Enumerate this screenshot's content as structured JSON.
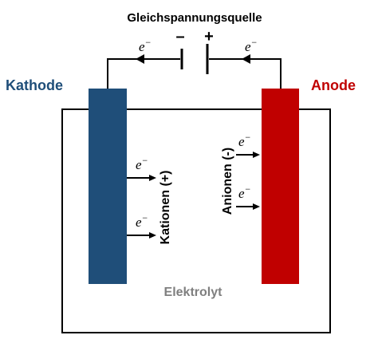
{
  "source": {
    "label": "Gleichspannungsquelle",
    "minus_sign": "–",
    "plus_sign": "+"
  },
  "cathode": {
    "label": "Kathode",
    "color": "#1F4E79",
    "ion_label": "Kationen (+)"
  },
  "anode": {
    "label": "Anode",
    "color": "#C00000",
    "ion_label": "Anionen (-)"
  },
  "electrolyte": {
    "label": "Elektrolyt",
    "label_color": "#7F7F7F"
  },
  "electron": {
    "symbol": "e",
    "charge": "−"
  }
}
